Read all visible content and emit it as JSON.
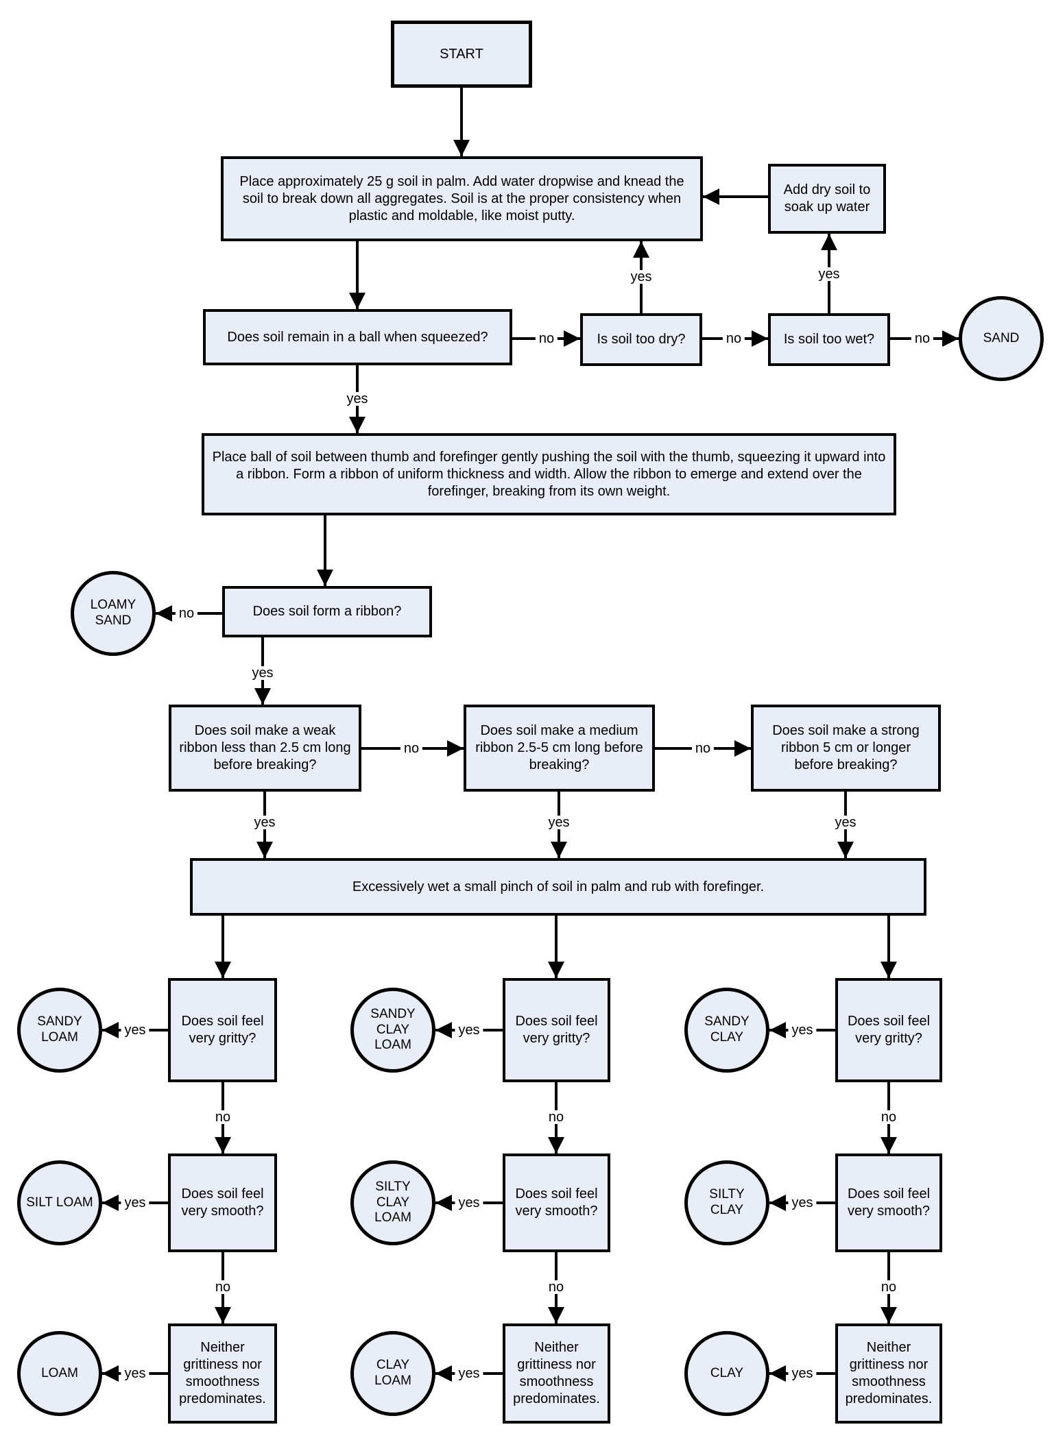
{
  "nodes": {
    "start": {
      "label": "START"
    },
    "knead": {
      "label": "Place approximately 25 g soil in palm. Add water dropwise and knead the soil to break down all aggregates. Soil is at the proper consistency when plastic and moldable, like moist putty."
    },
    "add_dry_soil": {
      "label": "Add dry soil to soak up water"
    },
    "ball_question": {
      "label": "Does soil remain in a ball when squeezed?"
    },
    "too_dry_question": {
      "label": "Is soil too dry?"
    },
    "too_wet_question": {
      "label": "Is soil too wet?"
    },
    "sand": {
      "label": "SAND"
    },
    "ribbon_instruction": {
      "label": "Place ball of soil between thumb and forefinger gently pushing the soil with the thumb, squeezing it upward into a ribbon. Form a ribbon of uniform thickness and width. Allow the ribbon to emerge and extend over the forefinger, breaking from its own weight."
    },
    "ribbon_question": {
      "label": "Does soil form a ribbon?"
    },
    "loamy_sand": {
      "label": "LOAMY SAND"
    },
    "weak_ribbon_question": {
      "label": "Does soil make a weak ribbon less than 2.5 cm long before breaking?"
    },
    "medium_ribbon_question": {
      "label": "Does soil make a medium ribbon 2.5-5 cm long before breaking?"
    },
    "strong_ribbon_question": {
      "label": "Does soil make a strong ribbon 5 cm or longer before breaking?"
    },
    "wet_pinch": {
      "label": "Excessively wet a small pinch of soil in palm and rub with forefinger."
    },
    "gritty_question": {
      "label": "Does soil feel very gritty?"
    },
    "smooth_question": {
      "label": "Does soil feel very smooth?"
    },
    "neither_question": {
      "label": "Neither grittiness nor smoothness predominates."
    },
    "sandy_loam": {
      "label": "SANDY LOAM"
    },
    "silt_loam": {
      "label": "SILT LOAM"
    },
    "loam": {
      "label": "LOAM"
    },
    "sandy_clay_loam": {
      "label": "SANDY CLAY LOAM"
    },
    "silty_clay_loam": {
      "label": "SILTY CLAY LOAM"
    },
    "clay_loam": {
      "label": "CLAY LOAM"
    },
    "sandy_clay": {
      "label": "SANDY CLAY"
    },
    "silty_clay": {
      "label": "SILTY CLAY"
    },
    "clay": {
      "label": "CLAY"
    }
  },
  "edge_labels": {
    "yes": "yes",
    "no": "no"
  },
  "colors": {
    "node_fill": "#e9edf7",
    "node_border": "#000000",
    "background": "#ffffff"
  }
}
